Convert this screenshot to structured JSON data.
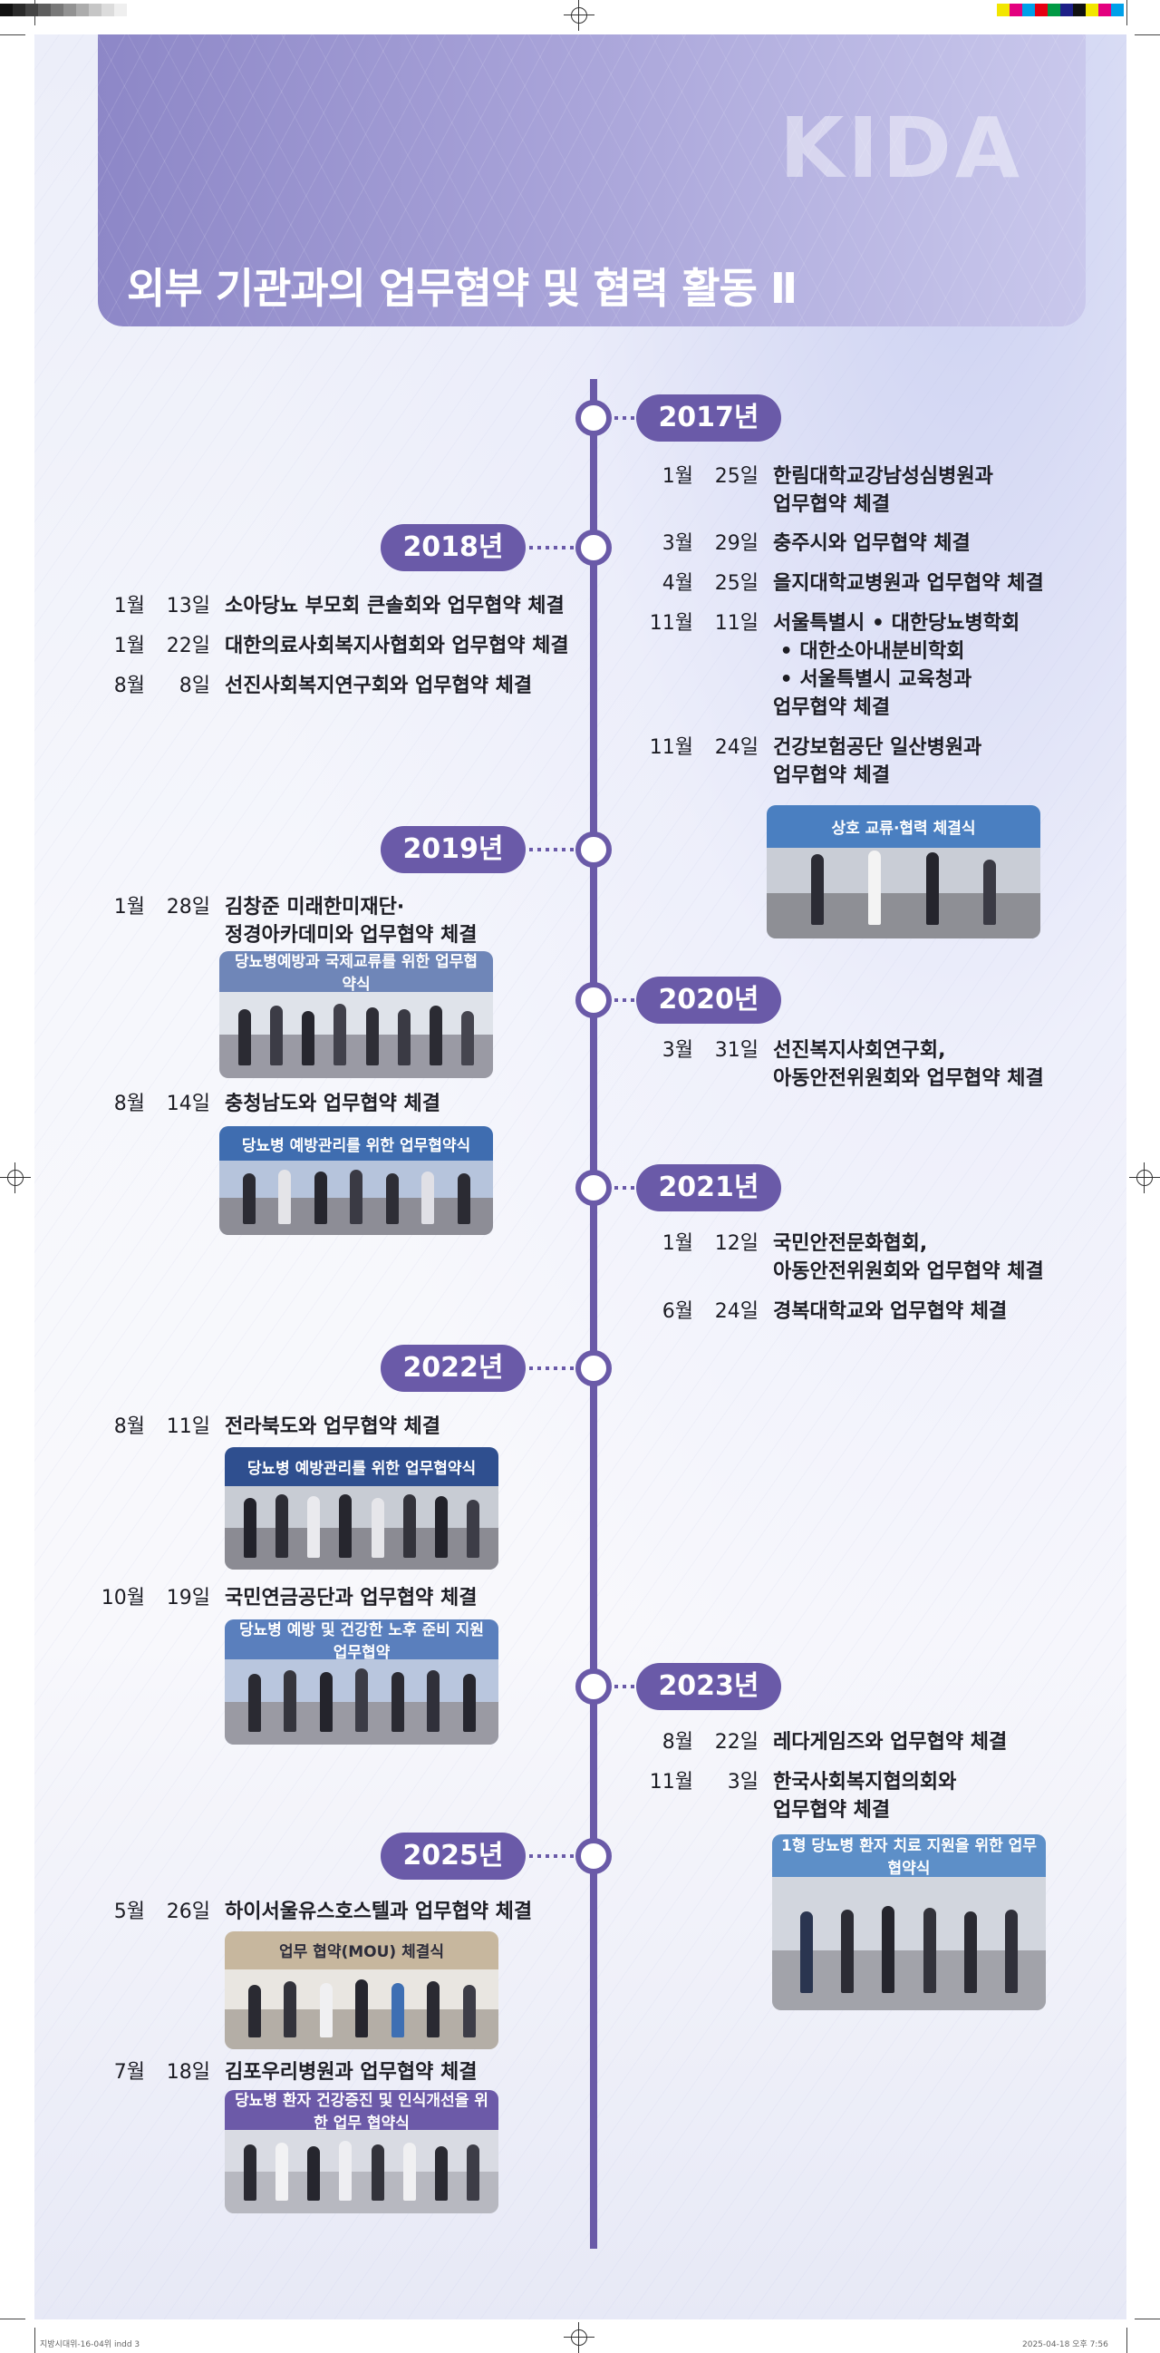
{
  "page": {
    "title": "외부 기관과의 업무협약 및 협력 활동 Ⅱ",
    "logo_text": "KIDA",
    "footer_left": "지방시대위-16-04위 indd 3",
    "footer_right": "2025-04-18  오후 7:56"
  },
  "colors": {
    "accent": "#6a5aa8",
    "header_left": "#8d87c7",
    "header_right": "#c9c8ec",
    "text": "#1d1d24"
  },
  "timeline": {
    "y2017": {
      "year": "2017년",
      "entries": [
        {
          "month": "1월",
          "day": "25일",
          "lines": [
            "한림대학교강남성심병원과",
            "업무협약 체결"
          ]
        },
        {
          "month": "3월",
          "day": "29일",
          "lines": [
            "충주시와 업무협약 체결"
          ]
        },
        {
          "month": "4월",
          "day": "25일",
          "lines": [
            "을지대학교병원과 업무협약 체결"
          ]
        },
        {
          "month": "11월",
          "day": "11일",
          "lines": [
            "서울특별시 • 대한당뇨병학회",
            " • 대한소아내분비학회",
            " • 서울특별시 교육청과",
            "업무협약 체결"
          ]
        },
        {
          "month": "11월",
          "day": "24일",
          "lines": [
            "건강보험공단 일산병원과",
            "업무협약 체결"
          ]
        }
      ],
      "photo_text": "상호 교류·협력 체결식"
    },
    "y2018": {
      "year": "2018년",
      "entries": [
        {
          "month": "1월",
          "day": "13일",
          "lines": [
            "소아당뇨 부모회 큰솔회와 업무협약 체결"
          ]
        },
        {
          "month": "1월",
          "day": "22일",
          "lines": [
            "대한의료사회복지사협회와 업무협약 체결"
          ]
        },
        {
          "month": "8월",
          "day": "8일",
          "lines": [
            "선진사회복지연구회와 업무협약 체결"
          ]
        }
      ]
    },
    "y2019": {
      "year": "2019년",
      "entries": [
        {
          "month": "1월",
          "day": "28일",
          "lines": [
            "김창준 미래한미재단·",
            "정경아카데미와 업무협약 체결"
          ]
        },
        {
          "month": "8월",
          "day": "14일",
          "lines": [
            "충청남도와 업무협약 체결"
          ]
        }
      ],
      "photo1_text": "당뇨병예방과 국제교류를 위한 업무협약식",
      "photo2_text": "당뇨병 예방관리를 위한 업무협약식"
    },
    "y2020": {
      "year": "2020년",
      "entries": [
        {
          "month": "3월",
          "day": "31일",
          "lines": [
            "선진복지사회연구회,",
            "아동안전위원회와 업무협약 체결"
          ]
        }
      ]
    },
    "y2021": {
      "year": "2021년",
      "entries": [
        {
          "month": "1월",
          "day": "12일",
          "lines": [
            "국민안전문화협회,",
            "아동안전위원회와 업무협약 체결"
          ]
        },
        {
          "month": "6월",
          "day": "24일",
          "lines": [
            "경복대학교와 업무협약 체결"
          ]
        }
      ]
    },
    "y2022": {
      "year": "2022년",
      "entries": [
        {
          "month": "8월",
          "day": "11일",
          "lines": [
            "전라북도와 업무협약 체결"
          ]
        },
        {
          "month": "10월",
          "day": "19일",
          "lines": [
            "국민연금공단과 업무협약 체결"
          ]
        }
      ],
      "photo1_text": "당뇨병 예방관리를 위한 업무협약식",
      "photo2_text": "당뇨병 예방 및 건강한 노후 준비 지원 업무협약"
    },
    "y2023": {
      "year": "2023년",
      "entries": [
        {
          "month": "8월",
          "day": "22일",
          "lines": [
            "레다게임즈와 업무협약 체결"
          ]
        },
        {
          "month": "11월",
          "day": "3일",
          "lines": [
            "한국사회복지협의회와",
            "업무협약 체결"
          ]
        }
      ],
      "photo_text": "1형 당뇨병 환자 치료 지원을 위한 업무 협약식"
    },
    "y2025": {
      "year": "2025년",
      "entries": [
        {
          "month": "5월",
          "day": "26일",
          "lines": [
            "하이서울유스호스텔과 업무협약 체결"
          ]
        },
        {
          "month": "7월",
          "day": "18일",
          "lines": [
            "김포우리병원과 업무협약 체결"
          ]
        }
      ],
      "photo1_text": "업무 협약(MOU) 체결식",
      "photo2_text": "당뇨병 환자 건강증진 및 인식개선을 위한 업무 협약식"
    }
  }
}
